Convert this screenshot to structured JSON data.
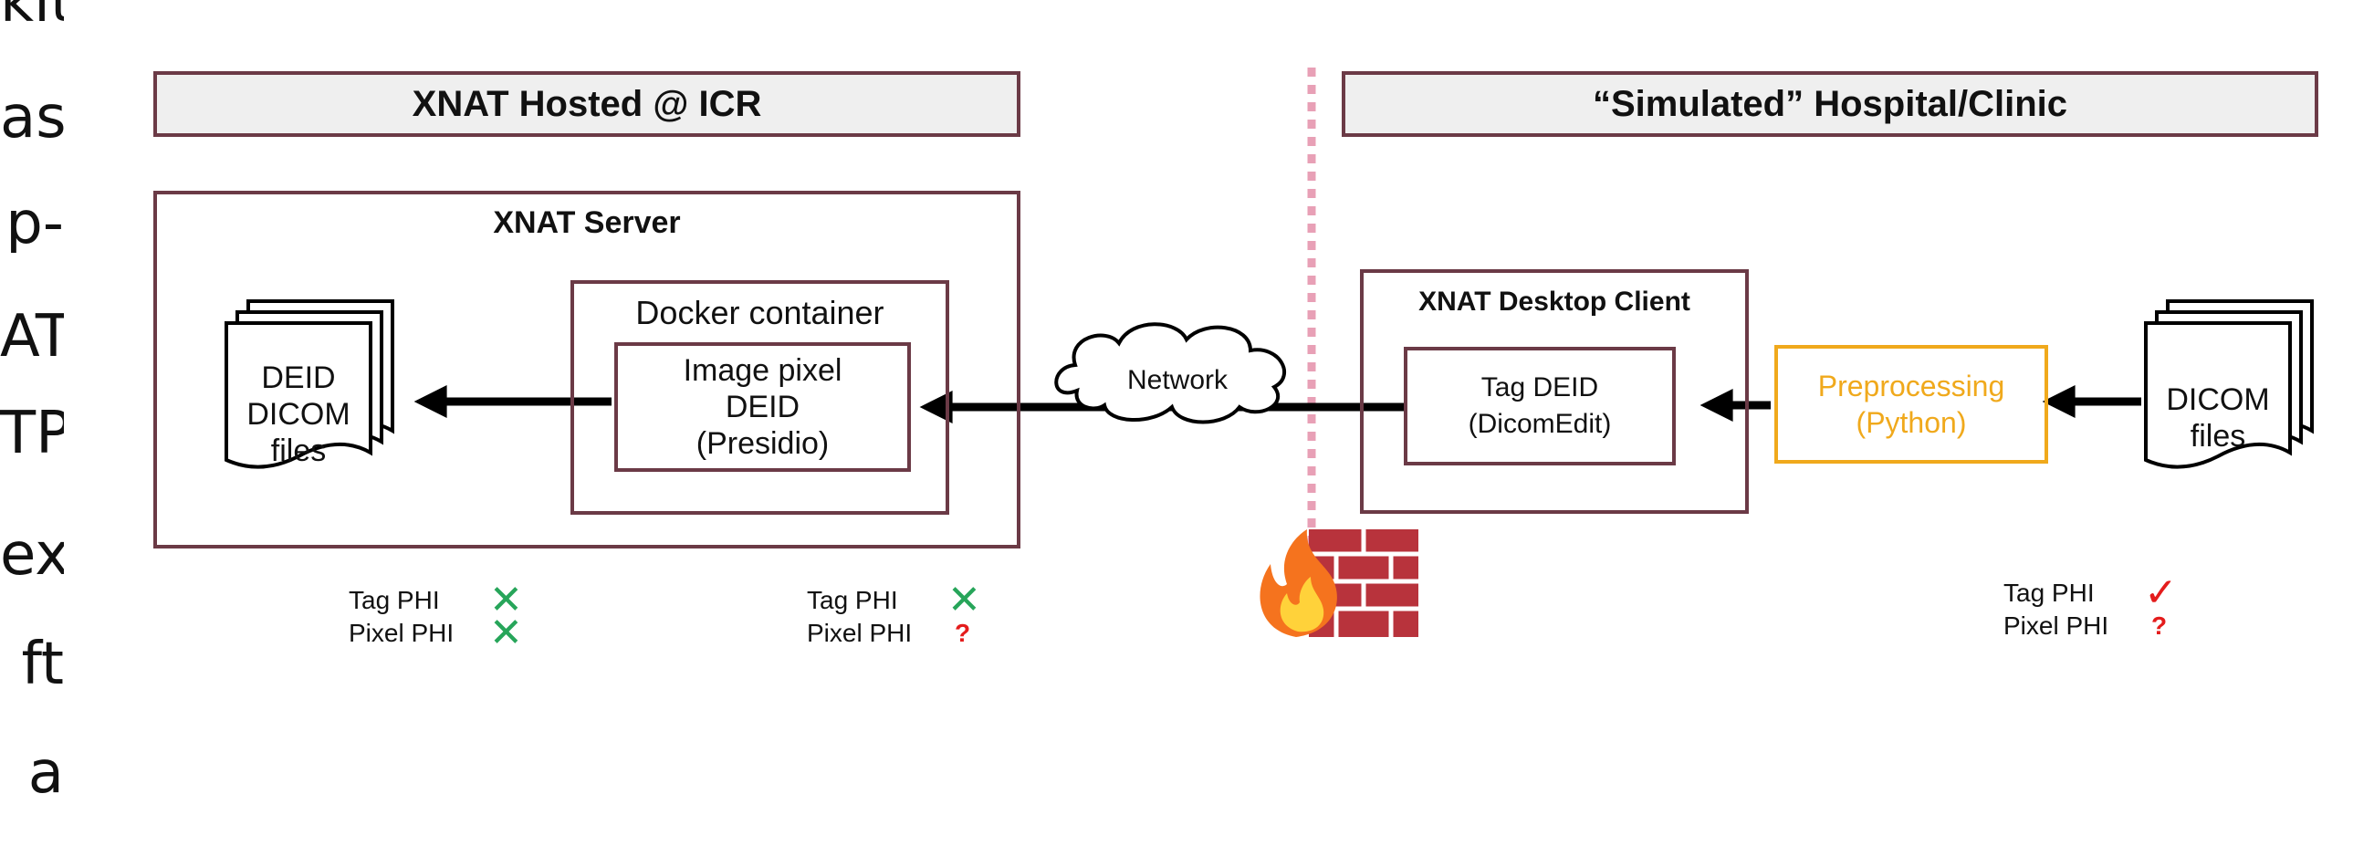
{
  "side_fragments": [
    "kit",
    "as",
    "p-",
    "AT",
    "TP",
    "ex-",
    "ft",
    "a"
  ],
  "headers": {
    "left": "XNAT Hosted @ ICR",
    "right": "“Simulated” Hospital/Clinic"
  },
  "xnat_server": {
    "title": "XNAT Server",
    "docker_label": "Docker container",
    "pixel_deid": [
      "Image pixel",
      "DEID",
      "(Presidio)"
    ],
    "deid_files": [
      "DEID",
      "DICOM",
      "files"
    ]
  },
  "network_label": "Network",
  "desktop_client": {
    "title": "XNAT Desktop Client",
    "tag_deid": [
      "Tag DEID",
      "(DicomEdit)"
    ]
  },
  "preprocessing": [
    "Preprocessing",
    "(Python)"
  ],
  "dicom_files": [
    "DICOM",
    "files"
  ],
  "phi_status": {
    "labels": {
      "tag": "Tag PHI",
      "pixel": "Pixel PHI"
    },
    "server_output": {
      "tag": "✕",
      "pixel": "✕"
    },
    "docker_input": {
      "tag": "✕",
      "pixel": "?"
    },
    "hospital_source": {
      "tag": "✓",
      "pixel": "?"
    }
  },
  "colors": {
    "frame": "#6b3a46",
    "header_fill": "#efefef",
    "preprocessing": "#f0a91c",
    "firewall_line": "#e8a0b6",
    "check_green": "#27a55a",
    "alert_red": "#e41c1c"
  }
}
